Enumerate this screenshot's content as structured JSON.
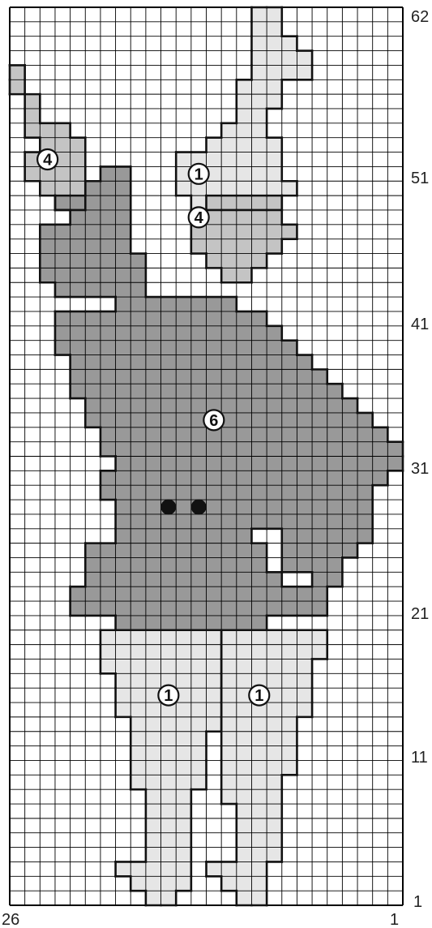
{
  "chart_type": "knitting-intarsia-chart",
  "grid": {
    "columns": 26,
    "rows": 62
  },
  "row_labels": [
    "62",
    "51",
    "41",
    "31",
    "21",
    "11",
    "1"
  ],
  "column_labels": [
    "26",
    "1"
  ],
  "color_keys": [
    {
      "key": "1",
      "shade": "light",
      "hex": "#e6e6e6"
    },
    {
      "key": "4",
      "shade": "medium",
      "hex": "#c4c4c4"
    },
    {
      "key": "6",
      "shade": "dark",
      "hex": "#999999"
    }
  ],
  "region_key_labels": [
    {
      "key": "1",
      "region": "right-ear-upper",
      "col": 14,
      "row": 51
    },
    {
      "key": "4",
      "region": "left-ear-tip",
      "col": 24,
      "row": 52
    },
    {
      "key": "4",
      "region": "right-ear-lower",
      "col": 14,
      "row": 48
    },
    {
      "key": "6",
      "region": "body",
      "col": 13,
      "row": 34
    },
    {
      "key": "1",
      "region": "left-leg",
      "col": 16,
      "row": 15
    },
    {
      "key": "1",
      "region": "right-leg",
      "col": 10,
      "row": 15
    }
  ],
  "eyes": [
    {
      "col": 16,
      "row": 28
    },
    {
      "col": 14,
      "row": 28
    }
  ],
  "chart_data": {
    "type": "grid-pattern",
    "columns": 26,
    "rows": 62,
    "tick_labels_y": [
      62,
      51,
      41,
      31,
      21,
      11,
      1
    ],
    "tick_labels_x": [
      26,
      1
    ]
  },
  "colors": {
    "line": "#000000",
    "outline": "#111111",
    "background": "#ffffff",
    "eye": "#111111"
  }
}
